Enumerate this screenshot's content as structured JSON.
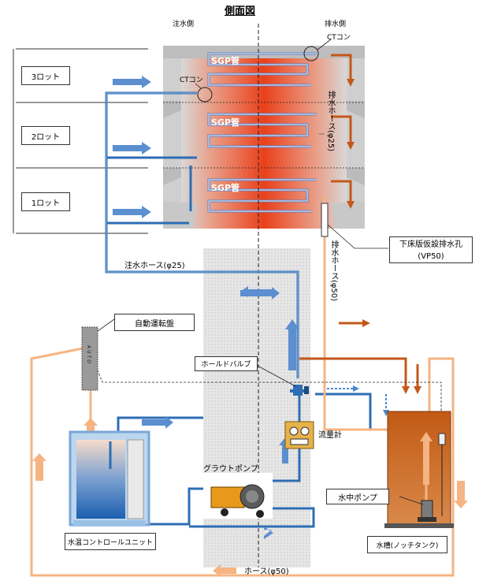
{
  "title": "側面図",
  "side_labels": {
    "inlet": "注水側",
    "outlet": "排水側"
  },
  "lots": [
    "3ロット",
    "2ロット",
    "1ロット"
  ],
  "pipe_labels": [
    "SGP管",
    "SGP管",
    "SGP管"
  ],
  "ct_cone": [
    "CTコン",
    "CTコン"
  ],
  "drain_hose_upper": "排水ホース(φ25)",
  "drain_hose_lower": "排水ホース(φ50)",
  "drain_hole": {
    "line1": "下床版仮設排水孔",
    "line2": "(VP50)"
  },
  "inlet_hose": "注水ホース(φ25)",
  "auto_panel": "自動運転盤",
  "auto_text": "AUTO",
  "hold_valve": "ホールドバルブ",
  "flow_meter": "流量計",
  "grout_pump": "グラウトポンプ",
  "submersible_pump": "水中ポンプ",
  "water_tank": "水槽(ノッチタンク)",
  "temp_unit": "水温コントロールユニット",
  "hose": "ホース(φ50)",
  "colors": {
    "supply_pipe": "#2e6db4",
    "return_pipe": "#f5b482",
    "drain_arrow": "#c4581a",
    "tank": "#c8641e",
    "heat": "#e84a1e"
  }
}
